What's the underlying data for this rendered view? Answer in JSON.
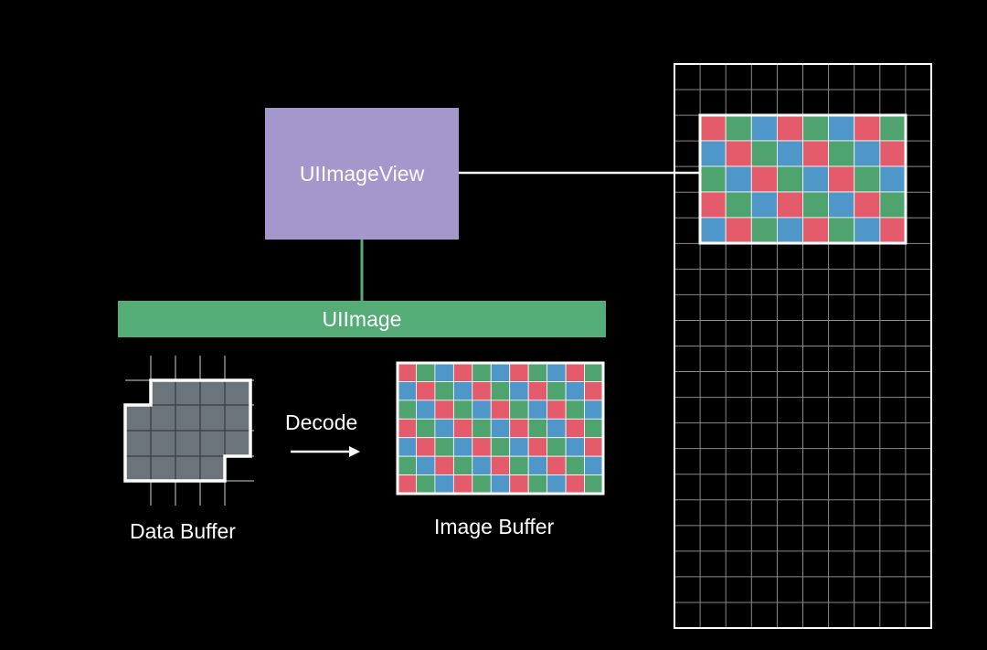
{
  "colors": {
    "background": "#000000",
    "uiimageview": "#a397cc",
    "uiimage": "#54ac76",
    "connector_green": "#54ac76",
    "connector_white": "#ffffff",
    "pixel_red": "#e45b6b",
    "pixel_green": "#4ea36f",
    "pixel_blue": "#4f97c8",
    "data_buffer_fill": "#6b747a",
    "grid_line": "#8a8a8a"
  },
  "uiimageview": {
    "label": "UIImageView",
    "icon": "uiimageview-box"
  },
  "uiimage": {
    "label": "UIImage"
  },
  "data_buffer": {
    "label": "Data Buffer"
  },
  "decode": {
    "label": "Decode",
    "icon": "right-arrow-icon"
  },
  "image_buffer": {
    "label": "Image Buffer"
  }
}
